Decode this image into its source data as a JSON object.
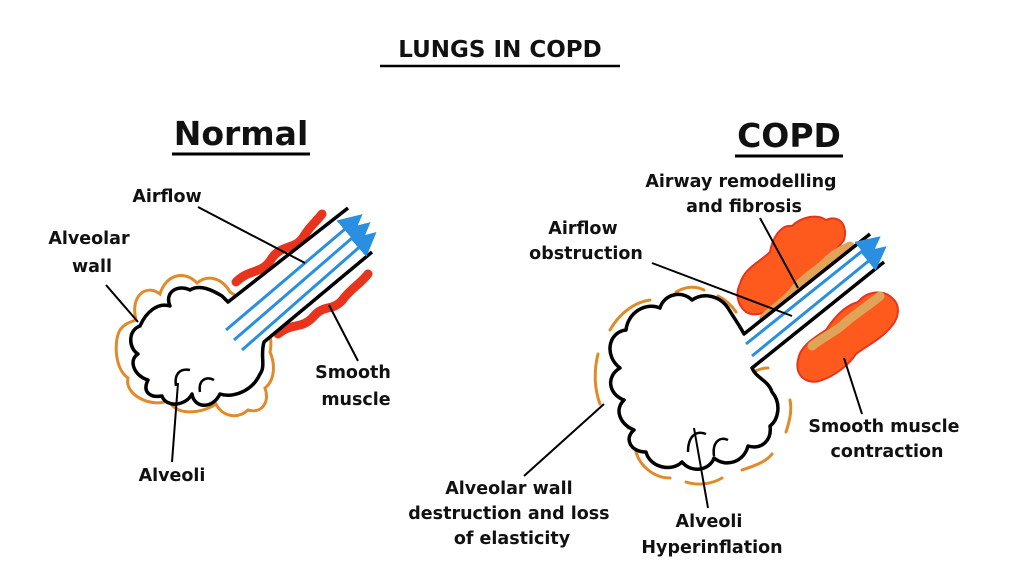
{
  "title": "LUNGS IN COPD",
  "normal": {
    "heading": "Normal",
    "labels": {
      "airflow": "Airflow",
      "alveolar_wall": [
        "Alveolar",
        "wall"
      ],
      "smooth_muscle": [
        "Smooth",
        "muscle"
      ],
      "alveoli": "Alveoli"
    }
  },
  "copd": {
    "heading": "COPD",
    "labels": {
      "airway_remodelling": [
        "Airway remodelling",
        "and fibrosis"
      ],
      "airflow_obstruction": [
        "Airflow",
        "obstruction"
      ],
      "smooth_muscle_contraction": [
        "Smooth muscle",
        "contraction"
      ],
      "alveolar_wall_destruction": [
        "Alveolar wall",
        "destruction and loss",
        "of elasticity"
      ],
      "alveoli_hyperinflation": [
        "Alveoli",
        "Hyperinflation"
      ]
    }
  },
  "colors": {
    "alveolar_wall": "#e08a2a",
    "smooth_muscle": "#e8341c",
    "smooth_muscle_fill": "#ff5a1e",
    "fibrosis": "#e0a458",
    "airflow_arrow": "#2a8fe0",
    "outline": "#000000"
  }
}
